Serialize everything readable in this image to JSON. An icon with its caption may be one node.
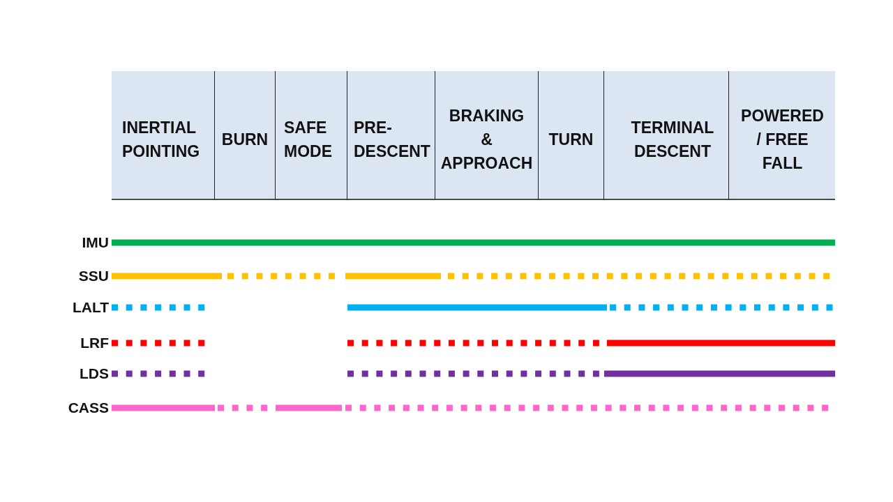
{
  "diagram": {
    "nodes": [
      {
        "text": [
          "INERTIAL POINTING"
        ]
      },
      {
        "text": [
          "BURN"
        ]
      },
      {
        "text": [
          "SAFE MODE"
        ]
      },
      {
        "text": [
          "PRE-DESCENT"
        ]
      },
      {
        "text": [
          "BRAKING & APPROACH"
        ]
      },
      {
        "text": [
          "TURN"
        ]
      },
      {
        "text": [
          "TERMINAL DESCENT"
        ]
      },
      {
        "text": [
          "POWERED / FREE FALL"
        ]
      },
      {
        "text": [
          "IMU"
        ]
      },
      {
        "text": [
          "SSU"
        ]
      },
      {
        "text": [
          "LALT"
        ]
      },
      {
        "text": [
          "LRF"
        ]
      },
      {
        "text": [
          "LDS"
        ]
      },
      {
        "text": [
          "CASS"
        ]
      }
    ],
    "edges": [
      {
        "from": 8,
        "to": null,
        "arrow": "none",
        "color": "#00b050"
      },
      {
        "from": 9,
        "to": null,
        "arrow": "none",
        "style": "dashed",
        "color": "#ffc000"
      },
      {
        "from": 10,
        "to": null,
        "arrow": "none",
        "color": "#00b0f0"
      },
      {
        "from": 11,
        "to": null,
        "arrow": "none",
        "style": "dashed",
        "color": "#ff0000"
      },
      {
        "from": 12,
        "to": null,
        "arrow": "none",
        "style": "dashed",
        "color": "#7030a0"
      },
      {
        "from": 13,
        "to": null,
        "arrow": "none",
        "style": "dashed",
        "color": "#ff66cc"
      }
    ]
  }
}
